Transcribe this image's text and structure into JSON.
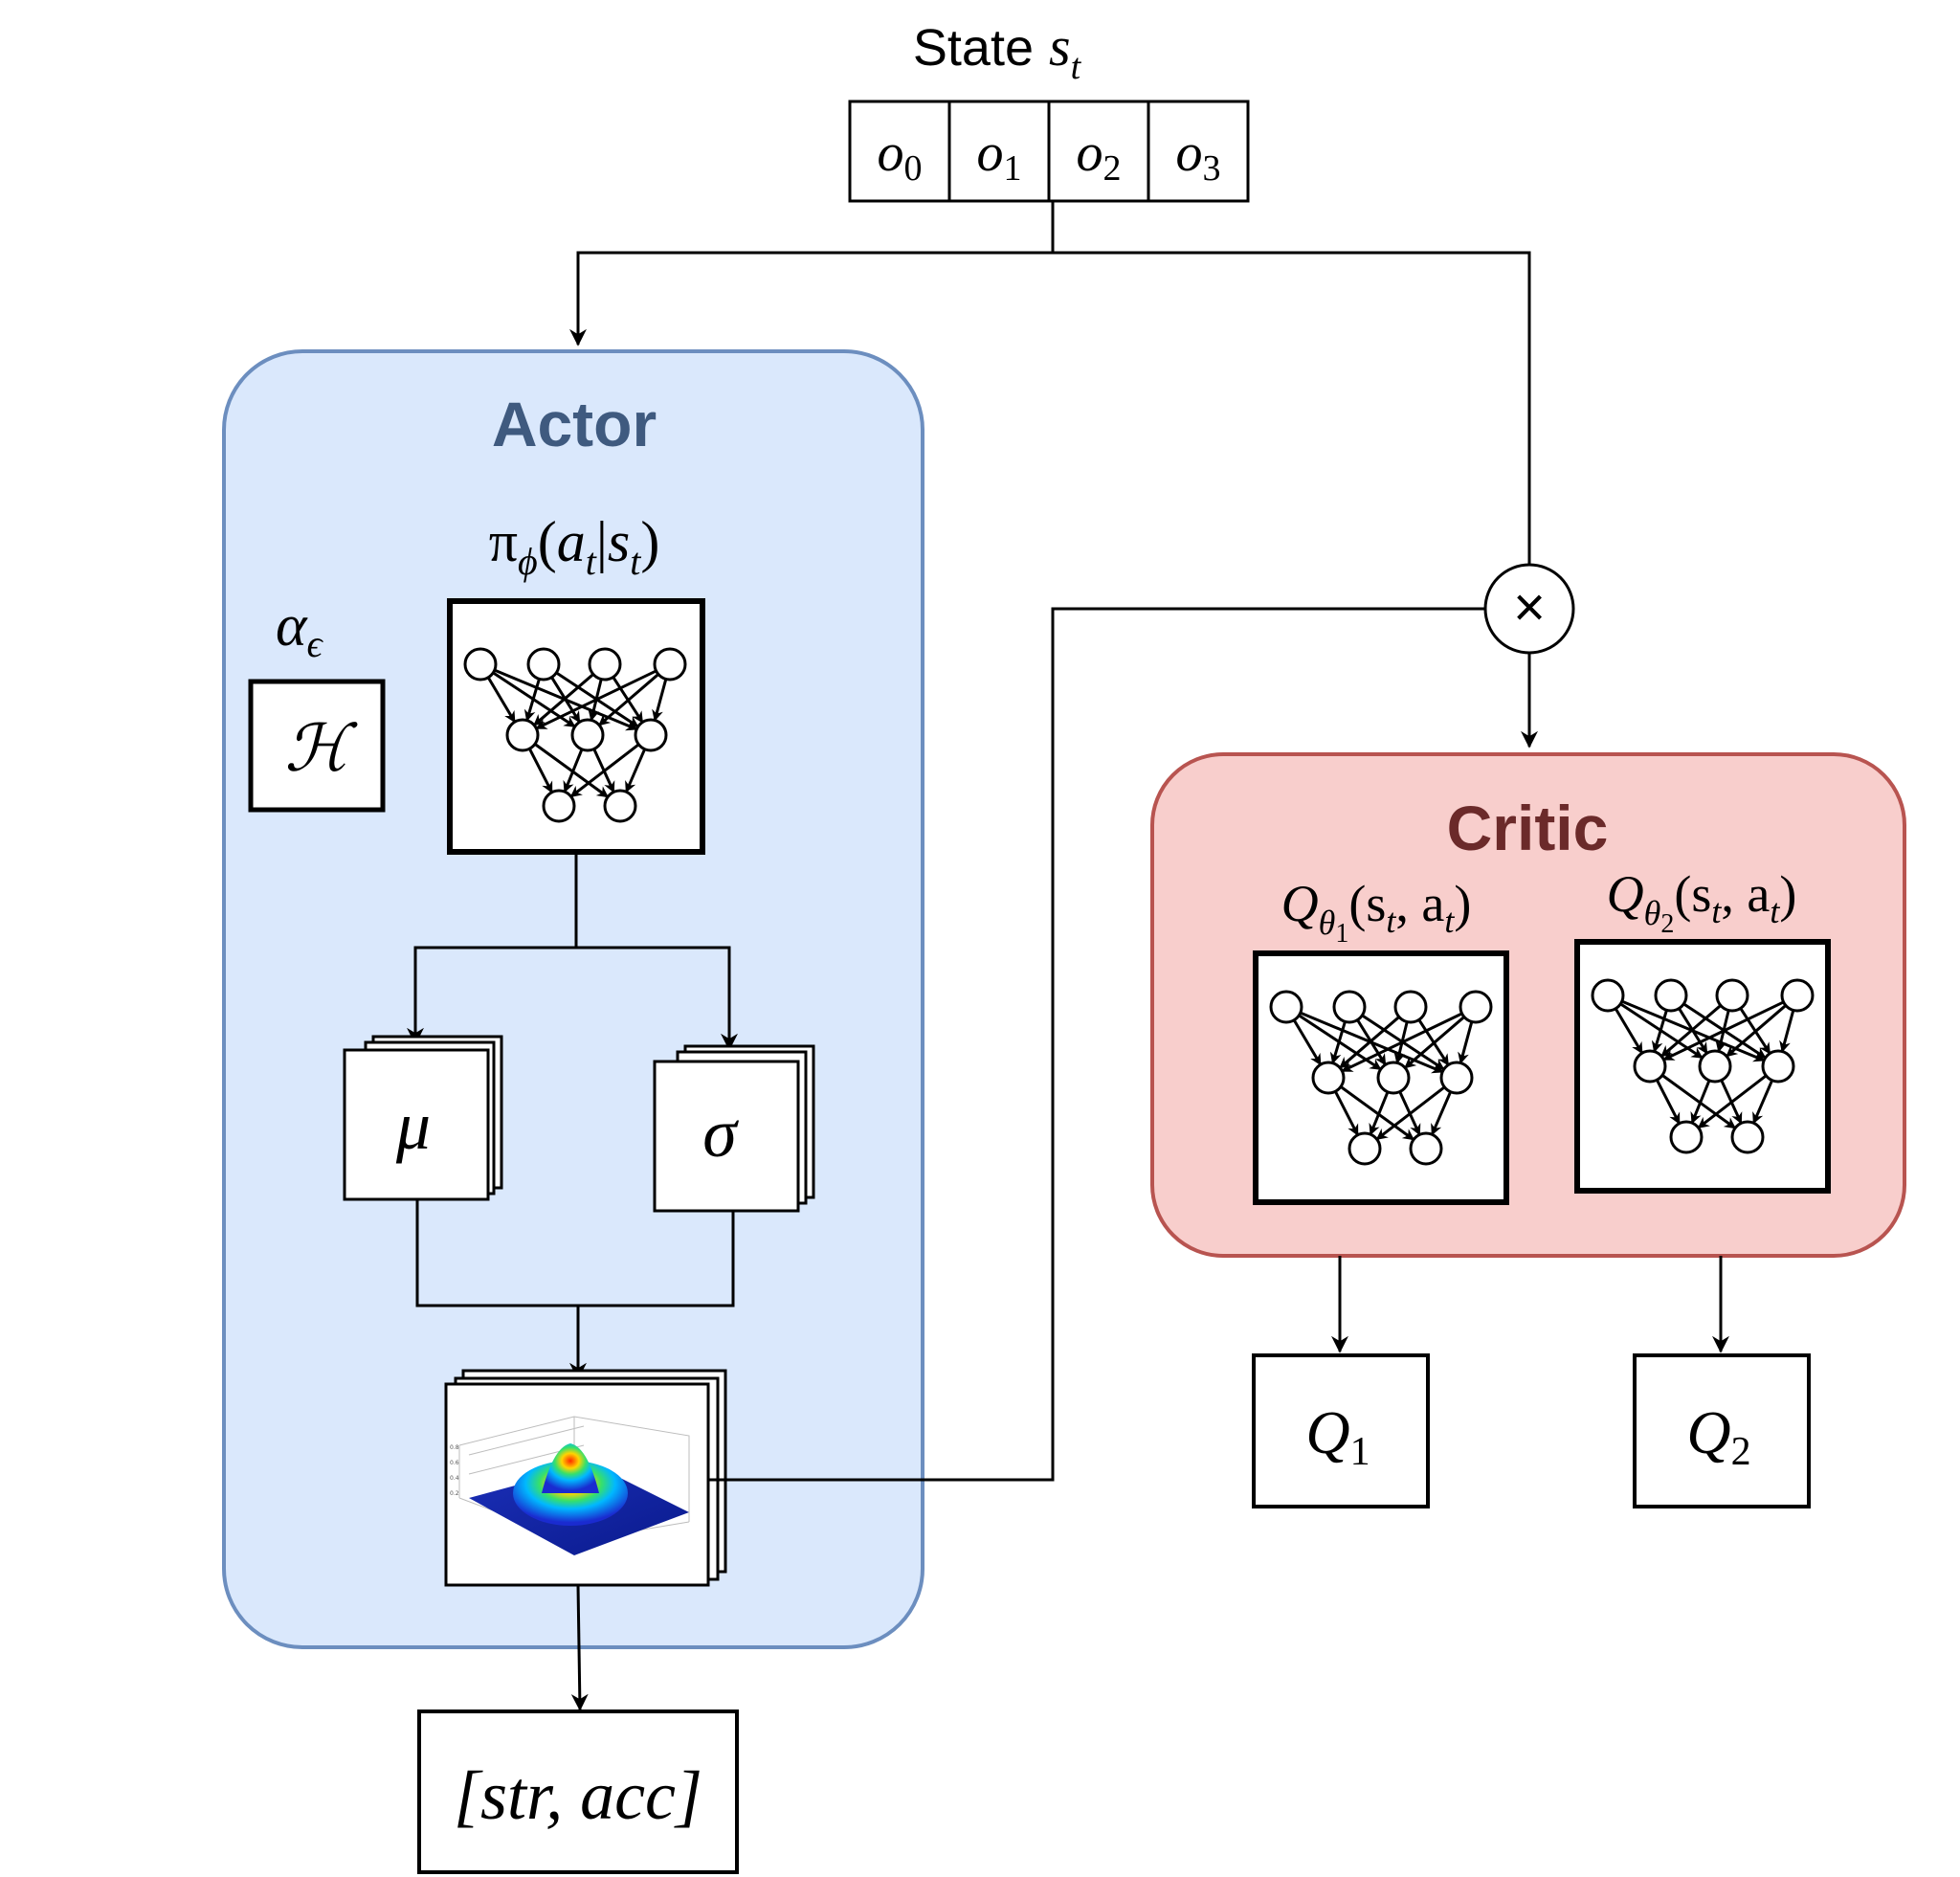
{
  "state": {
    "label": "State",
    "symbol": "s",
    "symbol_sub": "t",
    "cells": [
      {
        "main": "o",
        "sub": "0"
      },
      {
        "main": "o",
        "sub": "1"
      },
      {
        "main": "o",
        "sub": "2"
      },
      {
        "main": "o",
        "sub": "3"
      }
    ]
  },
  "actor": {
    "title": "Actor",
    "policy": {
      "pi": "π",
      "phi": "ϕ",
      "args_open": "(",
      "a": "a",
      "a_sub": "t",
      "bar": "|",
      "s": "s",
      "s_sub": "t",
      "args_close": ")"
    },
    "alpha": {
      "main": "α",
      "sub": "ϵ"
    },
    "entropy": "ℋ",
    "mu": "μ",
    "sigma": "σ",
    "output": "[str, acc]"
  },
  "critic": {
    "title": "Critic",
    "q1_label": {
      "Q": "Q",
      "theta": "θ",
      "theta_sub": "1",
      "args": "(s",
      "args_sub": "t",
      "args_rest": ", a",
      "args_rest_sub": "t",
      "close": ")"
    },
    "q2_label": {
      "Q": "Q",
      "theta": "θ",
      "theta_sub": "2",
      "args": "(s",
      "args_sub": "t",
      "args_rest": ", a",
      "args_rest_sub": "t",
      "close": ")"
    }
  },
  "outputs": {
    "q1": {
      "main": "Q",
      "sub": "1"
    },
    "q2": {
      "main": "Q",
      "sub": "2"
    }
  },
  "combine_symbol": "×",
  "colors": {
    "actor_fill": "#dae8fc",
    "actor_stroke": "#6c8ebf",
    "actor_title": "#3f5a7f",
    "critic_fill": "#f8cecc",
    "critic_stroke": "#b85450",
    "critic_title": "#6b2a2a",
    "line": "#000000"
  }
}
